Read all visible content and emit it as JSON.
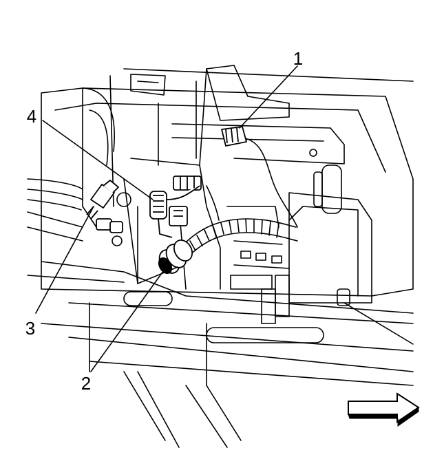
{
  "callouts": {
    "c1": "1",
    "c2": "2",
    "c3": "3",
    "c4": "4"
  },
  "icons": {
    "direction_arrow": "arrow-right-icon"
  },
  "colors": {
    "line": "#000000",
    "background": "#ffffff"
  }
}
